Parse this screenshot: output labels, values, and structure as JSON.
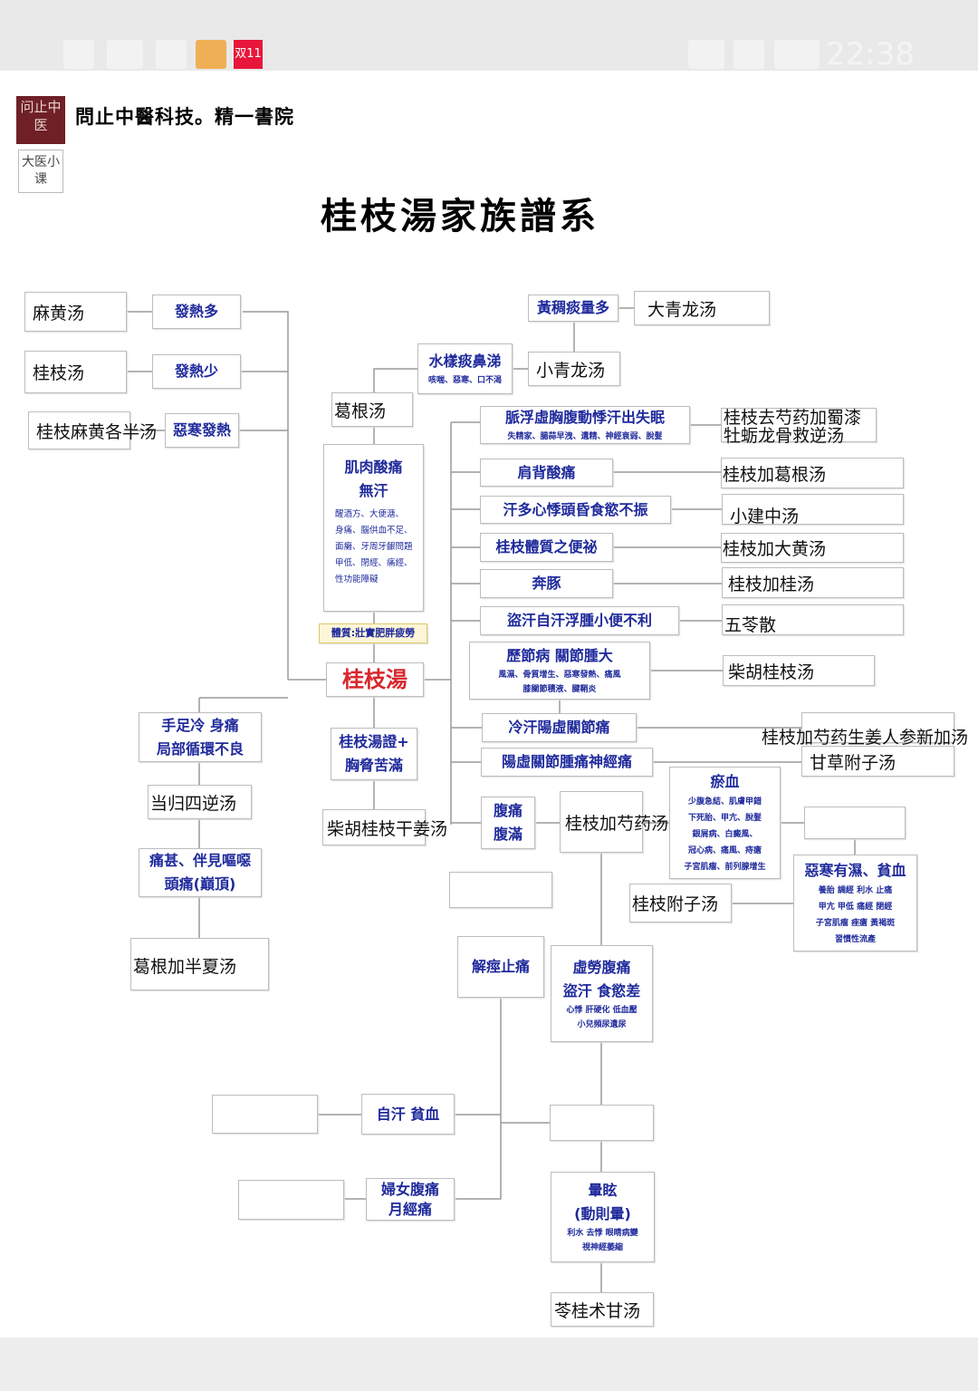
{
  "status_bar": {
    "time": "22:38",
    "badge": "双11"
  },
  "header": {
    "logo_main": "问止中医",
    "logo_sub": "大医小课",
    "brand": "問止中醫科技。精一書院",
    "title": "桂枝湯家族譜系"
  },
  "nodes": {
    "mahuang": "麻黄汤",
    "fare_duo": "發熱多",
    "guizhi": "桂枝汤",
    "fare_shao": "發熱少",
    "gemban": "桂枝麻黄各半汤",
    "ehan": "惡寒發熱",
    "gegen": "葛根汤",
    "shuiyang": {
      "h": "水樣痰鼻涕",
      "d": "咳喘、惡寒、口不渴"
    },
    "xqlong": "小青龙汤",
    "huangchou": "黃稠痰量多",
    "dqlong": "大青龙汤",
    "jirou": {
      "h1": "肌肉酸痛",
      "h2": "無汗",
      "d": [
        "醒酒方、大便溏、",
        "身痛、腦供血不足、",
        "面癱、牙周牙齦問題",
        "甲低、閉經、痛經、",
        "性功能障礙"
      ]
    },
    "tizhi": "體質:壯實肥胖疲勞",
    "center": "桂枝湯",
    "xiongxie": {
      "h1": "桂枝湯證+",
      "h2": "胸脅苦滿"
    },
    "chaihu_gj": "柴胡桂枝干姜汤",
    "shouzu": {
      "h1": "手足冷 身痛",
      "h2": "局部循環不良"
    },
    "danggui": "当归四逆汤",
    "tongshen": {
      "h1": "痛甚、伴見嘔噁",
      "h2": "頭痛(巔頂)"
    },
    "gegen_bx": "葛根加半夏汤",
    "s1": {
      "h": "脈浮虛胸腹動悸汗出失眠",
      "d": "失精家、腸蒜早洩、遺精、神經衰弱、脫髮"
    },
    "s2": "肩背酸痛",
    "s3": "汗多心悸頭昏食慾不振",
    "s4": "桂枝體質之便祕",
    "s5": "奔豚",
    "s6": "盜汗自汗浮腫小便不利",
    "s7": {
      "h": "歷節病 關節腫大",
      "d1": "風濕、骨質增生、惡寒發熱、痛風",
      "d2": "膝關節積液、腱鞘炎"
    },
    "s8": "冷汗陽虛關節痛",
    "s9": "陽虛關節腫痛神經痛",
    "s10": {
      "h1": "腹痛",
      "h2": "腹滿"
    },
    "f1": "桂枝去芍药加蜀漆牡蛎龙骨救逆汤",
    "f2": "桂枝加葛根汤",
    "f3": "小建中汤",
    "f4": "桂枝加大黄汤",
    "f5": "桂枝加桂汤",
    "f6": "五苓散",
    "f7": "柴胡桂枝汤",
    "f8": "桂枝加芍药生姜人参新加汤",
    "f9": "甘草附子汤",
    "f10": "桂枝加芍药汤",
    "yuxue": {
      "h": "瘀血",
      "d": [
        "少腹急結、肌膚甲錯",
        "下死胎、甲亢、脫髮",
        "銀屑病、白癜風、",
        "冠心病、痛風、痔瘡",
        "子宮肌瘤、前列腺增生"
      ]
    },
    "ehan_shi": {
      "h": "惡寒有濕、貧血",
      "d": [
        "養胎 調經 利水 止痛",
        "甲亢 甲低 痛經 閉經",
        "子宮肌瘤 痤瘡 黃褐斑",
        "習慣性流產"
      ]
    },
    "fuzi": "桂枝附子汤",
    "jiejing": "解痙止痛",
    "xulao": {
      "h1": "虛勞腹痛",
      "h2": "盜汗 食慾差",
      "d1": "心悸 肝硬化 低血壓",
      "d2": "小兒頻尿遺尿"
    },
    "zihan": "自汗 貧血",
    "funv": {
      "h1": "婦女腹痛",
      "h2": "月經痛"
    },
    "xuanyun": {
      "h1": "暈眩",
      "h2": "(動則暈)",
      "d1": "利水 去悸 眼睛病變",
      "d2": "視神經萎縮"
    },
    "linggui": "苓桂术甘汤"
  }
}
